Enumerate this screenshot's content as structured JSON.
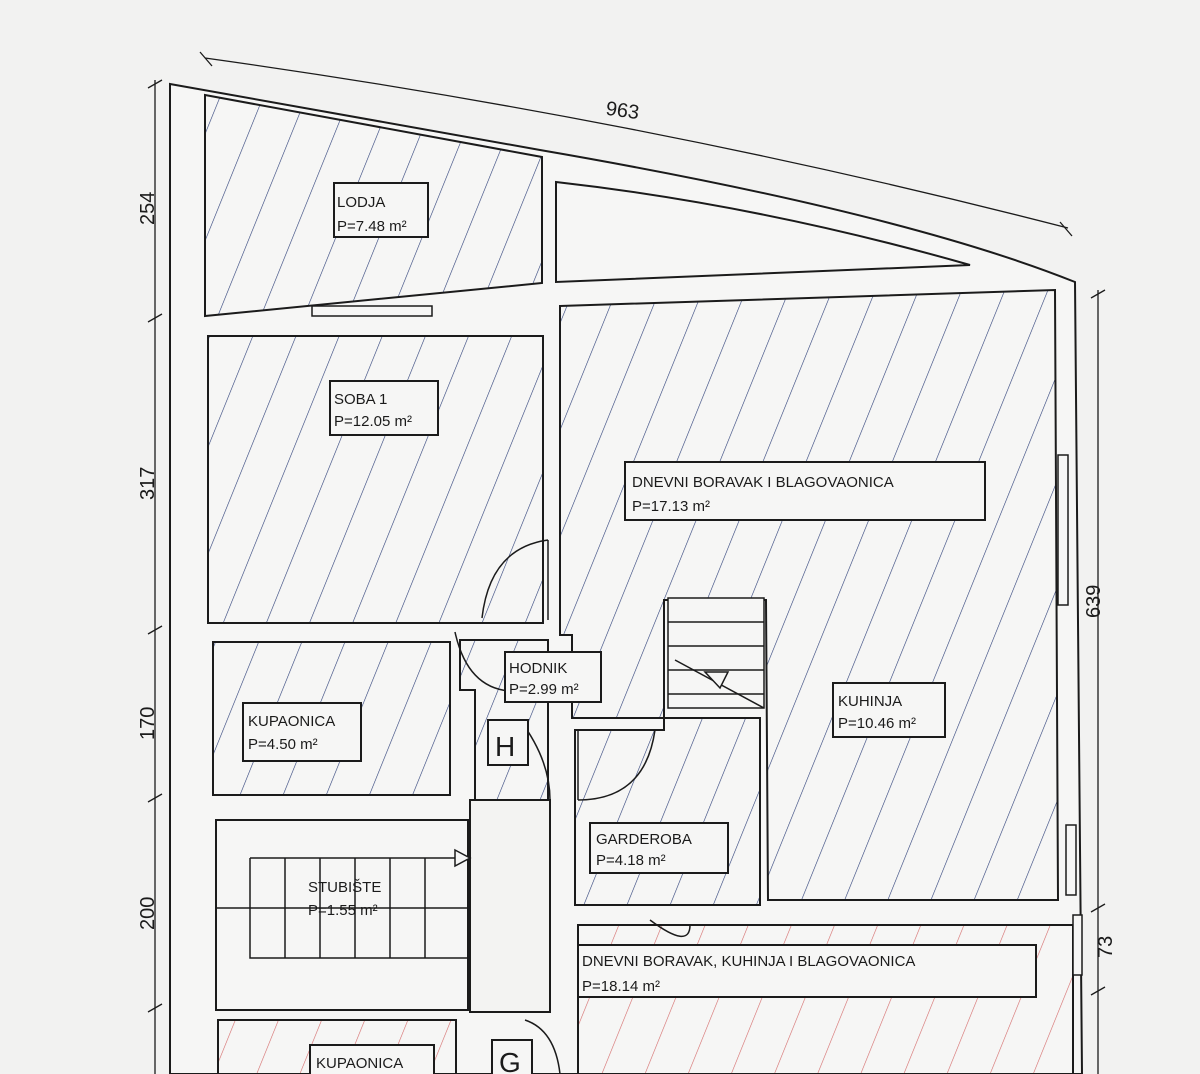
{
  "dimensions": {
    "top_width": "963",
    "left_segments": [
      "254",
      "317",
      "170",
      "200"
    ],
    "right_segments": [
      "639",
      "73"
    ]
  },
  "rooms": {
    "lodja": {
      "name": "LODJA",
      "area": "P=7.48 m²"
    },
    "soba1": {
      "name": "SOBA 1",
      "area": "P=12.05 m²"
    },
    "dnevni": {
      "name": "DNEVNI BORAVAK I BLAGOVAONICA",
      "area": "P=17.13 m²"
    },
    "hodnik": {
      "name": "HODNIK",
      "area": "P=2.99 m²"
    },
    "kupaonica": {
      "name": "KUPAONICA",
      "area": "P=4.50 m²"
    },
    "kuhinja": {
      "name": "KUHINJA",
      "area": "P=10.46 m²"
    },
    "garderoba": {
      "name": "GARDEROBA",
      "area": "P=4.18 m²"
    },
    "stubiste": {
      "name": "STUBIŠTE",
      "area": "P=1.55 m²"
    },
    "lower_dnevni": {
      "name": "DNEVNI BORAVAK, KUHINJA I BLAGOVAONICA",
      "area": "P=18.14 m²"
    },
    "lower_kupaonica": {
      "name": "KUPAONICA"
    }
  },
  "markers": {
    "h": "H",
    "g": "G"
  },
  "colors": {
    "paper": "#f2f2f1",
    "line": "#1b1b1b",
    "hatch_blue": "#2c3e78",
    "hatch_red": "#d46a6a"
  }
}
